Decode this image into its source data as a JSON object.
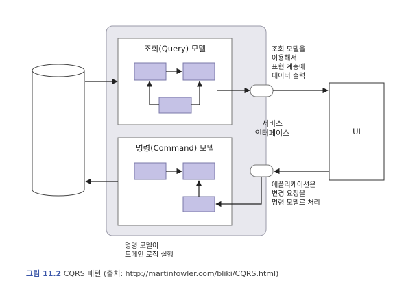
{
  "query_model": {
    "title": "조회(Query) 모델"
  },
  "command_model": {
    "title": "명령(Command) 모델"
  },
  "annotations": {
    "query_presentation": [
      "조회 모델을",
      "이용해서",
      "표현 계층에",
      "데이터 출력"
    ],
    "service_interface": [
      "서비스",
      "인터페이스"
    ],
    "app_service": [
      "애플리케이션은",
      "변경 요청을",
      "명령 모델로 처리"
    ],
    "domain_logic": [
      "명령 모델이",
      "도메인 로직 실행"
    ]
  },
  "ui": {
    "label": "UI"
  },
  "caption": {
    "figure_number": "그림 11.2",
    "text": "CQRS 패턴 (출처: http://martinfowler.com/bliki/CQRS.html)"
  },
  "colors": {
    "service_box_fill": "#e8e8ee",
    "component_fill": "#c5c2e6",
    "component_stroke": "#7a78a8",
    "line": "#222222",
    "caption_accent": "#3a56a8"
  }
}
